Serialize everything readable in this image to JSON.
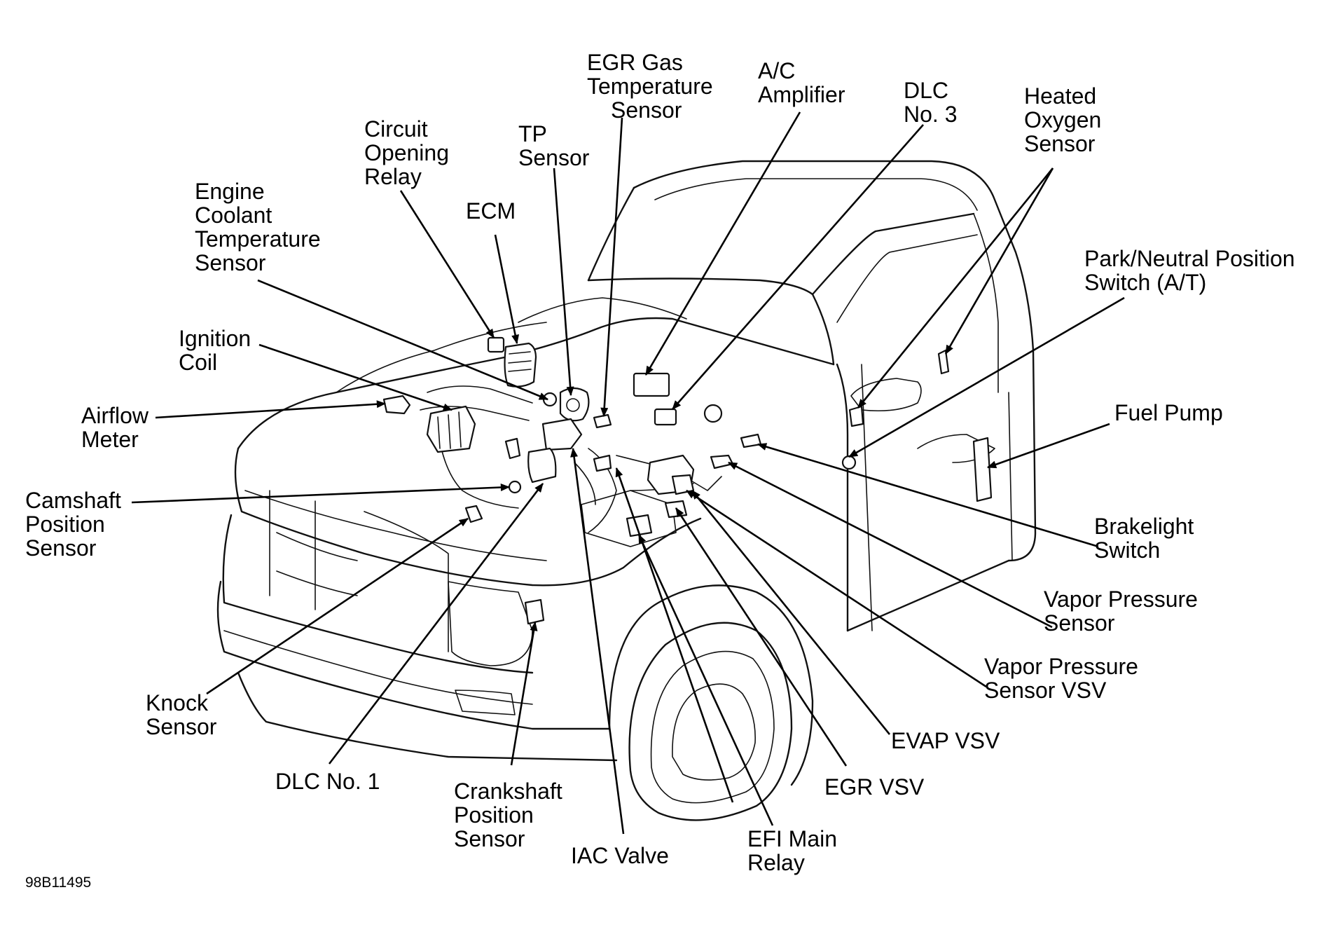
{
  "diagram": {
    "figure_code": "98B11495",
    "labels": [
      {
        "id": "egr-gas-temperature-sensor",
        "lines": [
          "EGR Gas",
          "Temperature",
          "Sensor"
        ]
      },
      {
        "id": "ac-amplifier",
        "lines": [
          "A/C",
          "Amplifier"
        ]
      },
      {
        "id": "dlc-no-3",
        "lines": [
          "DLC",
          "No. 3"
        ]
      },
      {
        "id": "heated-oxygen-sensor",
        "lines": [
          "Heated",
          "Oxygen",
          "Sensor"
        ]
      },
      {
        "id": "circuit-opening-relay",
        "lines": [
          "Circuit",
          "Opening",
          "Relay"
        ]
      },
      {
        "id": "tp-sensor",
        "lines": [
          "TP",
          "Sensor"
        ]
      },
      {
        "id": "ecm",
        "lines": [
          "ECM"
        ]
      },
      {
        "id": "engine-coolant-temperature-sensor",
        "lines": [
          "Engine",
          "Coolant",
          "Temperature",
          "Sensor"
        ]
      },
      {
        "id": "park-neutral-position-switch",
        "lines": [
          "Park/Neutral Position",
          "Switch (A/T)"
        ]
      },
      {
        "id": "ignition-coil",
        "lines": [
          "Ignition",
          "Coil"
        ]
      },
      {
        "id": "airflow-meter",
        "lines": [
          "Airflow",
          "Meter"
        ]
      },
      {
        "id": "fuel-pump",
        "lines": [
          "Fuel Pump"
        ]
      },
      {
        "id": "camshaft-position-sensor",
        "lines": [
          "Camshaft",
          "Position",
          "Sensor"
        ]
      },
      {
        "id": "brakelight-switch",
        "lines": [
          "Brakelight",
          "Switch"
        ]
      },
      {
        "id": "vapor-pressure-sensor",
        "lines": [
          "Vapor Pressure",
          "Sensor"
        ]
      },
      {
        "id": "vapor-pressure-sensor-vsv",
        "lines": [
          "Vapor Pressure",
          "Sensor VSV"
        ]
      },
      {
        "id": "knock-sensor",
        "lines": [
          "Knock",
          "Sensor"
        ]
      },
      {
        "id": "evap-vsv",
        "lines": [
          "EVAP VSV"
        ]
      },
      {
        "id": "egr-vsv",
        "lines": [
          "EGR VSV"
        ]
      },
      {
        "id": "dlc-no-1",
        "lines": [
          "DLC No. 1"
        ]
      },
      {
        "id": "crankshaft-position-sensor",
        "lines": [
          "Crankshaft",
          "Position",
          "Sensor"
        ]
      },
      {
        "id": "iac-valve",
        "lines": [
          "IAC Valve"
        ]
      },
      {
        "id": "efi-main-relay",
        "lines": [
          "EFI Main",
          "Relay"
        ]
      }
    ]
  }
}
